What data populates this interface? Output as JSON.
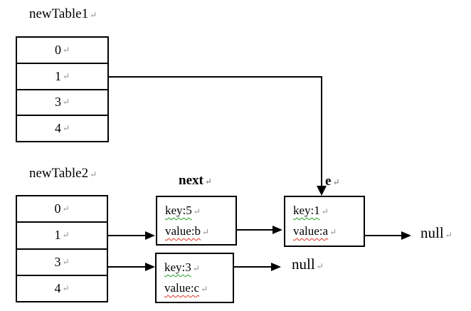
{
  "labels": {
    "table1_title": "newTable1",
    "table2_title": "newTable2",
    "next_pointer": "next",
    "e_pointer": "e",
    "null_after_key1": "null",
    "null_after_key3": "null"
  },
  "return_mark": "↵",
  "table1": {
    "rows": [
      "0",
      "1",
      "3",
      "4"
    ]
  },
  "table2": {
    "rows": [
      "0",
      "1",
      "3",
      "4"
    ]
  },
  "nodes": {
    "node_key5": {
      "key": "key:5",
      "value": "value:b"
    },
    "node_key3": {
      "key": "key:3",
      "value": "value:c"
    },
    "node_key1": {
      "key": "key:1",
      "value": "value:a"
    }
  },
  "colors": {
    "line": "#000000",
    "key_underline": "#1f9d1f",
    "value_underline": "#e0301e",
    "mark": "#8a8a8a",
    "bg": "#ffffff"
  }
}
